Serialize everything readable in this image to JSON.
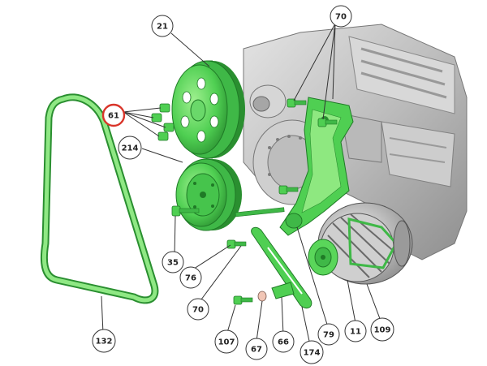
{
  "colors": {
    "part_green": "#5fd65f",
    "part_green_dark": "#2f9a35",
    "part_green_light": "#a8ef9c",
    "engine_gray": "#c9c9c9",
    "engine_dark": "#6b6b6b",
    "callout_stroke": "#333333",
    "highlight_red": "#d9352a"
  },
  "callouts": [
    {
      "id": "c21",
      "label": "21"
    },
    {
      "id": "c70a",
      "label": "70"
    },
    {
      "id": "c61",
      "label": "61",
      "highlighted": true
    },
    {
      "id": "c214",
      "label": "214"
    },
    {
      "id": "c35",
      "label": "35"
    },
    {
      "id": "c76",
      "label": "76"
    },
    {
      "id": "c70b",
      "label": "70"
    },
    {
      "id": "c132",
      "label": "132"
    },
    {
      "id": "c107",
      "label": "107"
    },
    {
      "id": "c67",
      "label": "67"
    },
    {
      "id": "c66",
      "label": "66"
    },
    {
      "id": "c174",
      "label": "174"
    },
    {
      "id": "c79",
      "label": "79"
    },
    {
      "id": "c11",
      "label": "11"
    },
    {
      "id": "c109",
      "label": "109"
    }
  ]
}
